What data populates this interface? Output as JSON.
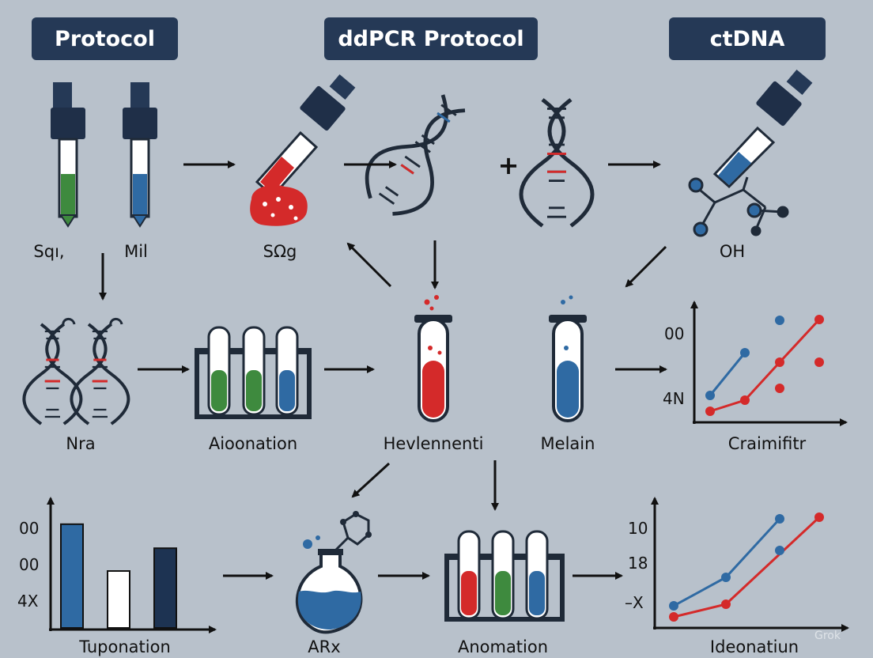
{
  "headers": [
    "Protocol",
    "ddPCR Protocol",
    "ctDNA"
  ],
  "labels": {
    "sqi": "Sqı,",
    "mil": "Mil",
    "sog": "SΩg",
    "oh": "OH",
    "nra": "Nra",
    "aionation": "Aioonation",
    "hevlennenti": "Hevlennenti",
    "melain": "Melain",
    "craimifitr": "Craimifitr",
    "tuponation": "Tuponation",
    "arx": "ARx",
    "anomation": "Anomation",
    "ideonatiun": "Ideonatiun"
  },
  "plus_sign": "+",
  "top_chart": {
    "ticks": [
      "00",
      "4N"
    ],
    "xlabel": "Craimifitr"
  },
  "bar_chart": {
    "ticks": [
      "00",
      "00",
      "4X"
    ],
    "values": [
      0.82,
      0.45,
      0.63
    ],
    "bar_colors": [
      "#2f6aa3",
      "#ffffff",
      "#1d3352"
    ],
    "xlabel": "Tuponation"
  },
  "bottom_line_chart": {
    "ticks": [
      "10",
      "18",
      "–X"
    ],
    "xlabel": "Ideonatiun"
  },
  "watermark": "Grok",
  "colors": {
    "background": "#b8c1cb",
    "navy": "#253956",
    "red": "#d42a2a",
    "blue": "#2f6aa3",
    "green": "#3e8a3e"
  }
}
